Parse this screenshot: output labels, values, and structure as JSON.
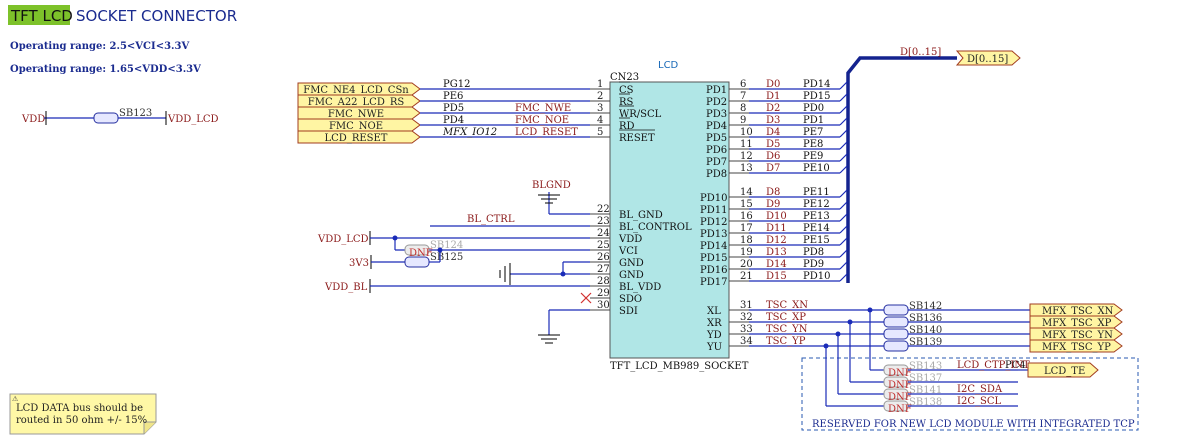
{
  "header": {
    "title_tag": "TFT LCD",
    "title_rest": "SOCKET CONNECTOR",
    "range_vci": "Operating range: 2.5<VCI<3.3V",
    "range_vdd": "Operating range: 1.65<VDD<3.3V"
  },
  "connector": {
    "lcd": "LCD",
    "ref": "CN23",
    "part": "TFT_LCD_MB989_SOCKET"
  },
  "left_pins": [
    {
      "n": "1",
      "name": "CS",
      "net": "PG12",
      "port": "FMC_NE4_LCD_CSn"
    },
    {
      "n": "2",
      "name": "RS",
      "net": "PE6",
      "port": "FMC_A22_LCD_RS"
    },
    {
      "n": "3",
      "name": "WR/SCL",
      "net": "PD5",
      "port": "FMC_NWE",
      "alias": "FMC_NWE"
    },
    {
      "n": "4",
      "name": "RD",
      "net": "PD4",
      "port": "FMC_NOE",
      "alias": "FMC_NOE"
    },
    {
      "n": "5",
      "name": "RESET",
      "net": "MFX_IO12",
      "port": "LCD_RESET",
      "alias": "LCD_RESET"
    },
    {
      "n": "22",
      "name": "BL_GND"
    },
    {
      "n": "23",
      "name": "BL_CONTROL",
      "alias": "BL_CTRL"
    },
    {
      "n": "24",
      "name": "VDD"
    },
    {
      "n": "25",
      "name": "VCI"
    },
    {
      "n": "26",
      "name": "GND"
    },
    {
      "n": "27",
      "name": "GND"
    },
    {
      "n": "28",
      "name": "BL_VDD"
    },
    {
      "n": "29",
      "name": "SDO"
    },
    {
      "n": "30",
      "name": "SDI"
    }
  ],
  "right_pins": [
    {
      "n": "6",
      "name": "PD1",
      "d": "D0",
      "net": "PD14"
    },
    {
      "n": "7",
      "name": "PD2",
      "d": "D1",
      "net": "PD15"
    },
    {
      "n": "8",
      "name": "PD3",
      "d": "D2",
      "net": "PD0"
    },
    {
      "n": "9",
      "name": "PD4",
      "d": "D3",
      "net": "PD1"
    },
    {
      "n": "10",
      "name": "PD5",
      "d": "D4",
      "net": "PE7"
    },
    {
      "n": "11",
      "name": "PD6",
      "d": "D5",
      "net": "PE8"
    },
    {
      "n": "12",
      "name": "PD7",
      "d": "D6",
      "net": "PE9"
    },
    {
      "n": "13",
      "name": "PD8",
      "d": "D7",
      "net": "PE10"
    },
    {
      "n": "14",
      "name": "PD10",
      "d": "D8",
      "net": "PE11"
    },
    {
      "n": "15",
      "name": "PD11",
      "d": "D9",
      "net": "PE12"
    },
    {
      "n": "16",
      "name": "PD12",
      "d": "D10",
      "net": "PE13"
    },
    {
      "n": "17",
      "name": "PD13",
      "d": "D11",
      "net": "PE14"
    },
    {
      "n": "18",
      "name": "PD14",
      "d": "D12",
      "net": "PE15"
    },
    {
      "n": "19",
      "name": "PD15",
      "d": "D13",
      "net": "PD8"
    },
    {
      "n": "20",
      "name": "PD16",
      "d": "D14",
      "net": "PD9"
    },
    {
      "n": "21",
      "name": "PD17",
      "d": "D15",
      "net": "PD10"
    }
  ],
  "touch_pins": [
    {
      "n": "31",
      "name": "XL",
      "net": "TSC_XN",
      "sb": "SB142",
      "port": "MFX_TSC_XN"
    },
    {
      "n": "32",
      "name": "XR",
      "net": "TSC_XP",
      "sb": "SB136",
      "port": "MFX_TSC_XP"
    },
    {
      "n": "33",
      "name": "YD",
      "net": "TSC_YN",
      "sb": "SB140",
      "port": "MFX_TSC_YN"
    },
    {
      "n": "34",
      "name": "YU",
      "net": "TSC_YP",
      "sb": "SB139",
      "port": "MFX_TSC_YP"
    }
  ],
  "bus": {
    "label": "D[0..15]",
    "port": "D[0..15]"
  },
  "power": {
    "vdd": "VDD",
    "vdd_lcd": "VDD_LCD",
    "sb123": "SB123",
    "vdd_lcd2": "VDD_LCD",
    "v3v3": "3V3",
    "sb124": "SB124",
    "sb125": "SB125",
    "dnf": "DNF",
    "vdd_bl": "VDD_BL",
    "blgnd": "BLGND"
  },
  "reserved": {
    "caption": "RESERVED FOR NEW LCD MODULE WITH INTEGRATED TCP",
    "pc4": "PC4",
    "lcd_te": "LCD_TE",
    "rows": [
      {
        "sb": "SB143",
        "net": "LCD_CTP_INT"
      },
      {
        "sb": "SB137",
        "net": ""
      },
      {
        "sb": "SB141",
        "net": "I2C_SDA"
      },
      {
        "sb": "SB138",
        "net": "I2C_SCL"
      }
    ],
    "dnf": "DNF"
  },
  "note": {
    "line1": "LCD DATA bus should be",
    "line2": "routed in 50 ohm +/- 15%"
  },
  "colors": {
    "wire": "#1a2bb8",
    "bus": "#14238f",
    "component": "#b0e6e6",
    "port_fill": "#fff5a3",
    "port_stroke": "#a23c1f",
    "net_label": "#8b1a1a",
    "title_tag": "#7dc22a"
  }
}
